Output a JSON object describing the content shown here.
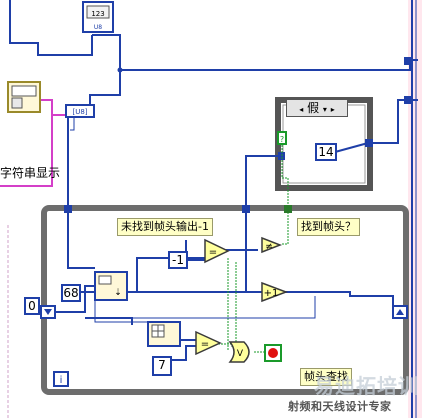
{
  "labels": {
    "string_display": "字符串显示",
    "case_value": "假",
    "not_found_output": "未找到帧头输出-1",
    "found_header": "找到帧头？",
    "search_header": "帧头查找"
  },
  "constants": {
    "c14": "14",
    "cneg1": "-1",
    "c68": "68",
    "c0": "0",
    "c7": "7"
  },
  "loop": {
    "index_terminal": "i"
  },
  "indicators": {
    "numeric_123": "123",
    "u8_tag": "U8"
  },
  "watermark": {
    "top": "易迪拓培训",
    "bottom": "射频和天线设计专家"
  }
}
